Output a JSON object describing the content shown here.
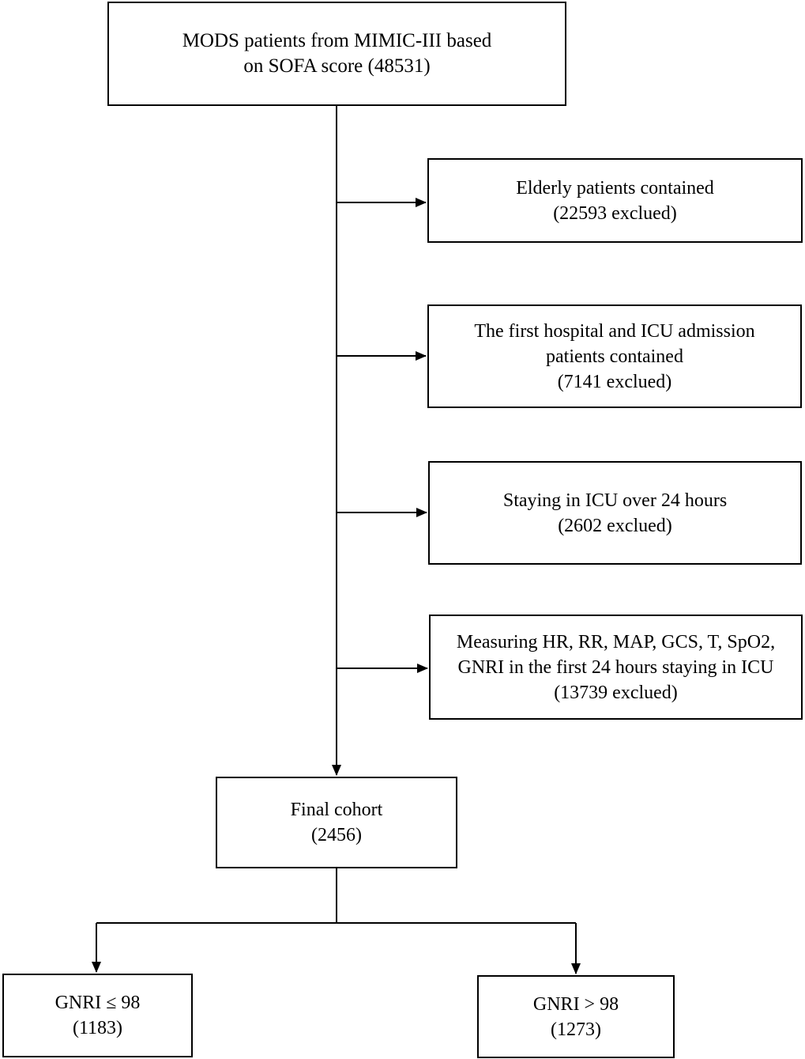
{
  "source": {
    "line1": "MODS patients from MIMIC-III based",
    "line2": "on SOFA score (48531)"
  },
  "exclusions": [
    {
      "line1": "Elderly patients contained",
      "line2": "(22593 exclued)"
    },
    {
      "line1": "The first hospital and ICU admission",
      "line2": "patients contained",
      "line3": "(7141 exclued)"
    },
    {
      "line1": "Staying in ICU over 24 hours",
      "line2": "(2602 exclued)"
    },
    {
      "line1": "Measuring HR, RR, MAP, GCS, T, SpO2,",
      "line2": "GNRI in the first 24 hours staying in ICU",
      "line3": "(13739 exclued)"
    }
  ],
  "final": {
    "line1": "Final cohort",
    "line2": "(2456)"
  },
  "groups": [
    {
      "label": "GNRI ≤ 98",
      "count": "(1183)"
    },
    {
      "label": "GNRI > 98",
      "count": "(1273)"
    }
  ],
  "colors": {
    "line": "#000000",
    "box_border": "#000000",
    "background": "#ffffff"
  }
}
